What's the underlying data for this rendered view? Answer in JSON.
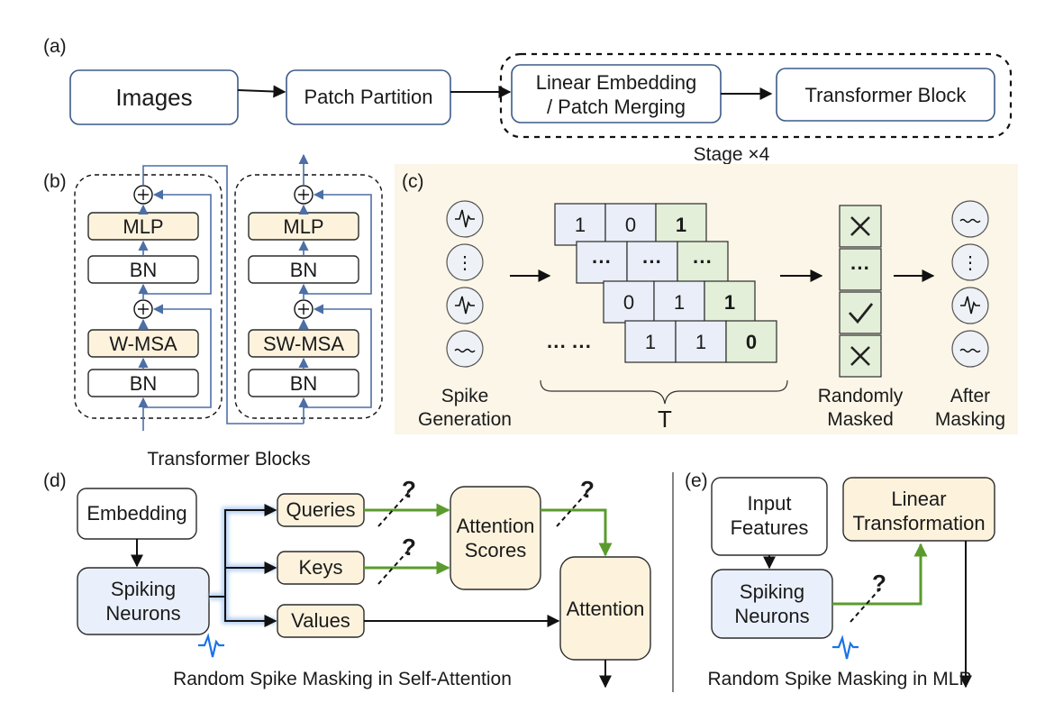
{
  "panel_a": {
    "label": "(a)",
    "images": "Images",
    "patch_partition": "Patch Partition",
    "linear_embedding_line1": "Linear Embedding",
    "linear_embedding_line2": "/ Patch Merging",
    "transformer_block": "Transformer Block",
    "stage": "Stage ×4"
  },
  "panel_b": {
    "label": "(b)",
    "mlp": "MLP",
    "bn": "BN",
    "wmsa": "W-MSA",
    "swmsa": "SW-MSA",
    "caption": "Transformer Blocks"
  },
  "panel_c": {
    "label": "(c)",
    "row1": [
      "1",
      "0",
      "1"
    ],
    "row2": [
      "···",
      "···",
      "···"
    ],
    "row3": [
      "0",
      "1",
      "1"
    ],
    "row4": [
      "1",
      "1",
      "0"
    ],
    "dots": "··· ···",
    "mask_dots": "···",
    "neuron_dots": "⋮",
    "spike_generation_1": "Spike",
    "spike_generation_2": "Generation",
    "t_label": "T",
    "randomly_masked_1": "Randomly",
    "randomly_masked_2": "Masked",
    "after_masking_1": "After",
    "after_masking_2": "Masking"
  },
  "panel_d": {
    "label": "(d)",
    "embedding": "Embedding",
    "spiking_1": "Spiking",
    "spiking_2": "Neurons",
    "queries": "Queries",
    "keys": "Keys",
    "values": "Values",
    "scores_1": "Attention",
    "scores_2": "Scores",
    "attention": "Attention",
    "question": "?",
    "caption": "Random Spike Masking in Self-Attention"
  },
  "panel_e": {
    "label": "(e)",
    "input_1": "Input",
    "input_2": "Features",
    "linear_1": "Linear",
    "linear_2": "Transformation",
    "spiking_1": "Spiking",
    "spiking_2": "Neurons",
    "question": "?",
    "caption": "Random Spike Masking in MLP"
  },
  "colors": {
    "yellow_fill": "#fdf3dd",
    "blue_fill": "#eaf0fb",
    "green_fill": "#e4efd9",
    "panel_c_bg": "#fcf6e8",
    "spike_blue": "#1a73e8",
    "mask_green": "#5b9b2e"
  }
}
